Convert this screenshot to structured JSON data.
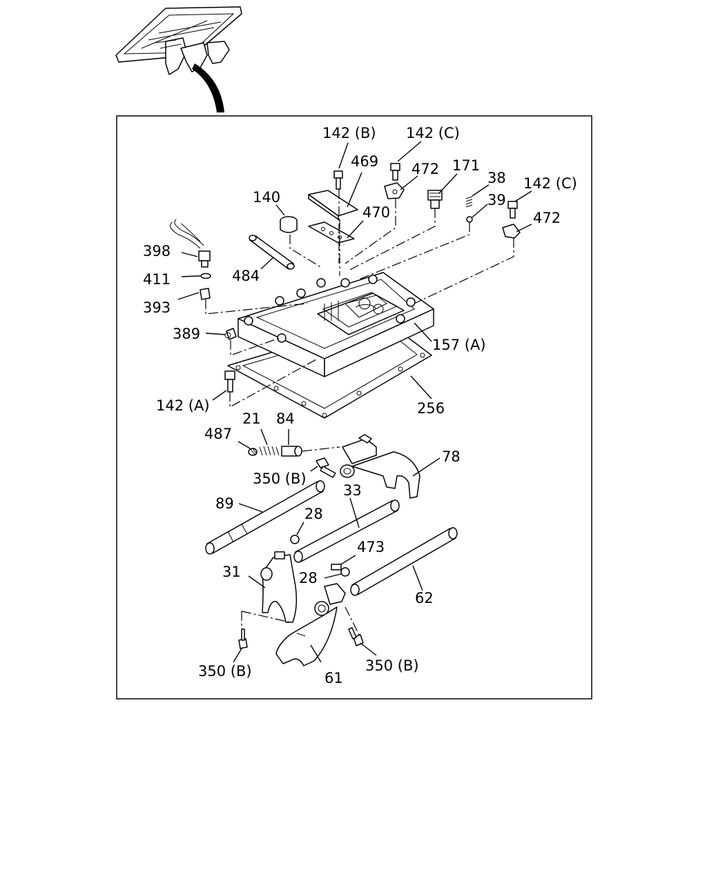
{
  "diagram": {
    "labels": {
      "l142b": "142 (B)",
      "l142c_top": "142 (C)",
      "l469": "469",
      "l472_top": "472",
      "l171": "171",
      "l38": "38",
      "l142c_right": "142 (C)",
      "l39": "39",
      "l472_right": "472",
      "l140": "140",
      "l470": "470",
      "l398": "398",
      "l411": "411",
      "l484": "484",
      "l393": "393",
      "l389": "389",
      "l157a": "157 (A)",
      "l142a": "142 (A)",
      "l256": "256",
      "l21": "21",
      "l84": "84",
      "l487": "487",
      "l78": "78",
      "l350b_top": "350 (B)",
      "l89": "89",
      "l33": "33",
      "l28_top": "28",
      "l473": "473",
      "l31": "31",
      "l28_bottom": "28",
      "l62": "62",
      "l350b_left": "350 (B)",
      "l350b_right": "350 (B)",
      "l61": "61"
    }
  }
}
